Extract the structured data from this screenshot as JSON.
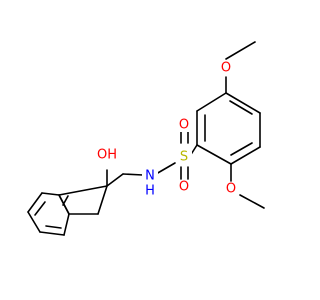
{
  "diagram": {
    "atom_labels": {
      "methoxy_top_oxygen": "O",
      "methoxy_bottom_oxygen": "O",
      "sulfonyl_oxygen_top": "O",
      "sulfonyl_oxygen_bottom": "O",
      "sulfur": "S",
      "nitrogen": "N",
      "nitrogen_hydrogen": "H",
      "hydroxyl": "OH"
    },
    "colors": {
      "bond": "#000000",
      "oxygen": "#ff0000",
      "nitrogen": "#0000ff",
      "sulfur": "#b8b800",
      "background": "#ffffff"
    }
  }
}
